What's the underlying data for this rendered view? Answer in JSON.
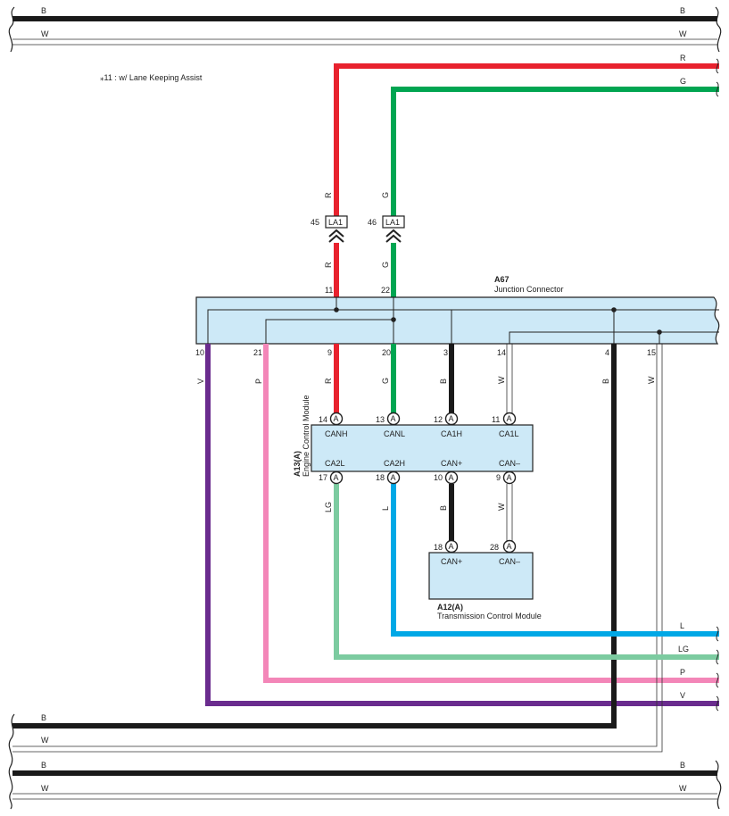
{
  "colors": {
    "R": "#e8222e",
    "G": "#00a551",
    "B": "#1a1a1a",
    "W": "#ffffff",
    "V": "#6a2c8e",
    "P": "#f386b8",
    "LG": "#7ccba0",
    "L": "#00a8e6",
    "box_fill": "#cde9f7",
    "outline": "#222222"
  },
  "note": "⁎11 : w/ Lane Keeping Assist",
  "wire_labels": {
    "B": "B",
    "W": "W",
    "R": "R",
    "G": "G",
    "V": "V",
    "P": "P",
    "LG": "LG",
    "L": "L"
  },
  "junction_connector": {
    "code": "A67",
    "name": "Junction Connector",
    "top_pins": [
      "11",
      "22"
    ],
    "bottom_pins": [
      "10",
      "21",
      "9",
      "20",
      "3",
      "14",
      "4",
      "15"
    ]
  },
  "la1": [
    {
      "pin": "45",
      "label": "LA1"
    },
    {
      "pin": "46",
      "label": "LA1"
    }
  ],
  "ecm": {
    "code": "A13(A)",
    "name": "Engine Control Module",
    "connector": "A",
    "top_pins": [
      {
        "pin": "14",
        "signal": "CANH"
      },
      {
        "pin": "13",
        "signal": "CANL"
      },
      {
        "pin": "12",
        "signal": "CA1H"
      },
      {
        "pin": "11",
        "signal": "CA1L"
      }
    ],
    "bottom_pins": [
      {
        "pin": "17",
        "signal": "CA2L"
      },
      {
        "pin": "18",
        "signal": "CA2H"
      },
      {
        "pin": "10",
        "signal": "CAN+"
      },
      {
        "pin": "9",
        "signal": "CAN–"
      }
    ]
  },
  "tcm": {
    "code": "A12(A)",
    "name": "Transmission Control Module",
    "connector": "A",
    "pins": [
      {
        "pin": "18",
        "signal": "CAN+"
      },
      {
        "pin": "28",
        "signal": "CAN–"
      }
    ]
  }
}
